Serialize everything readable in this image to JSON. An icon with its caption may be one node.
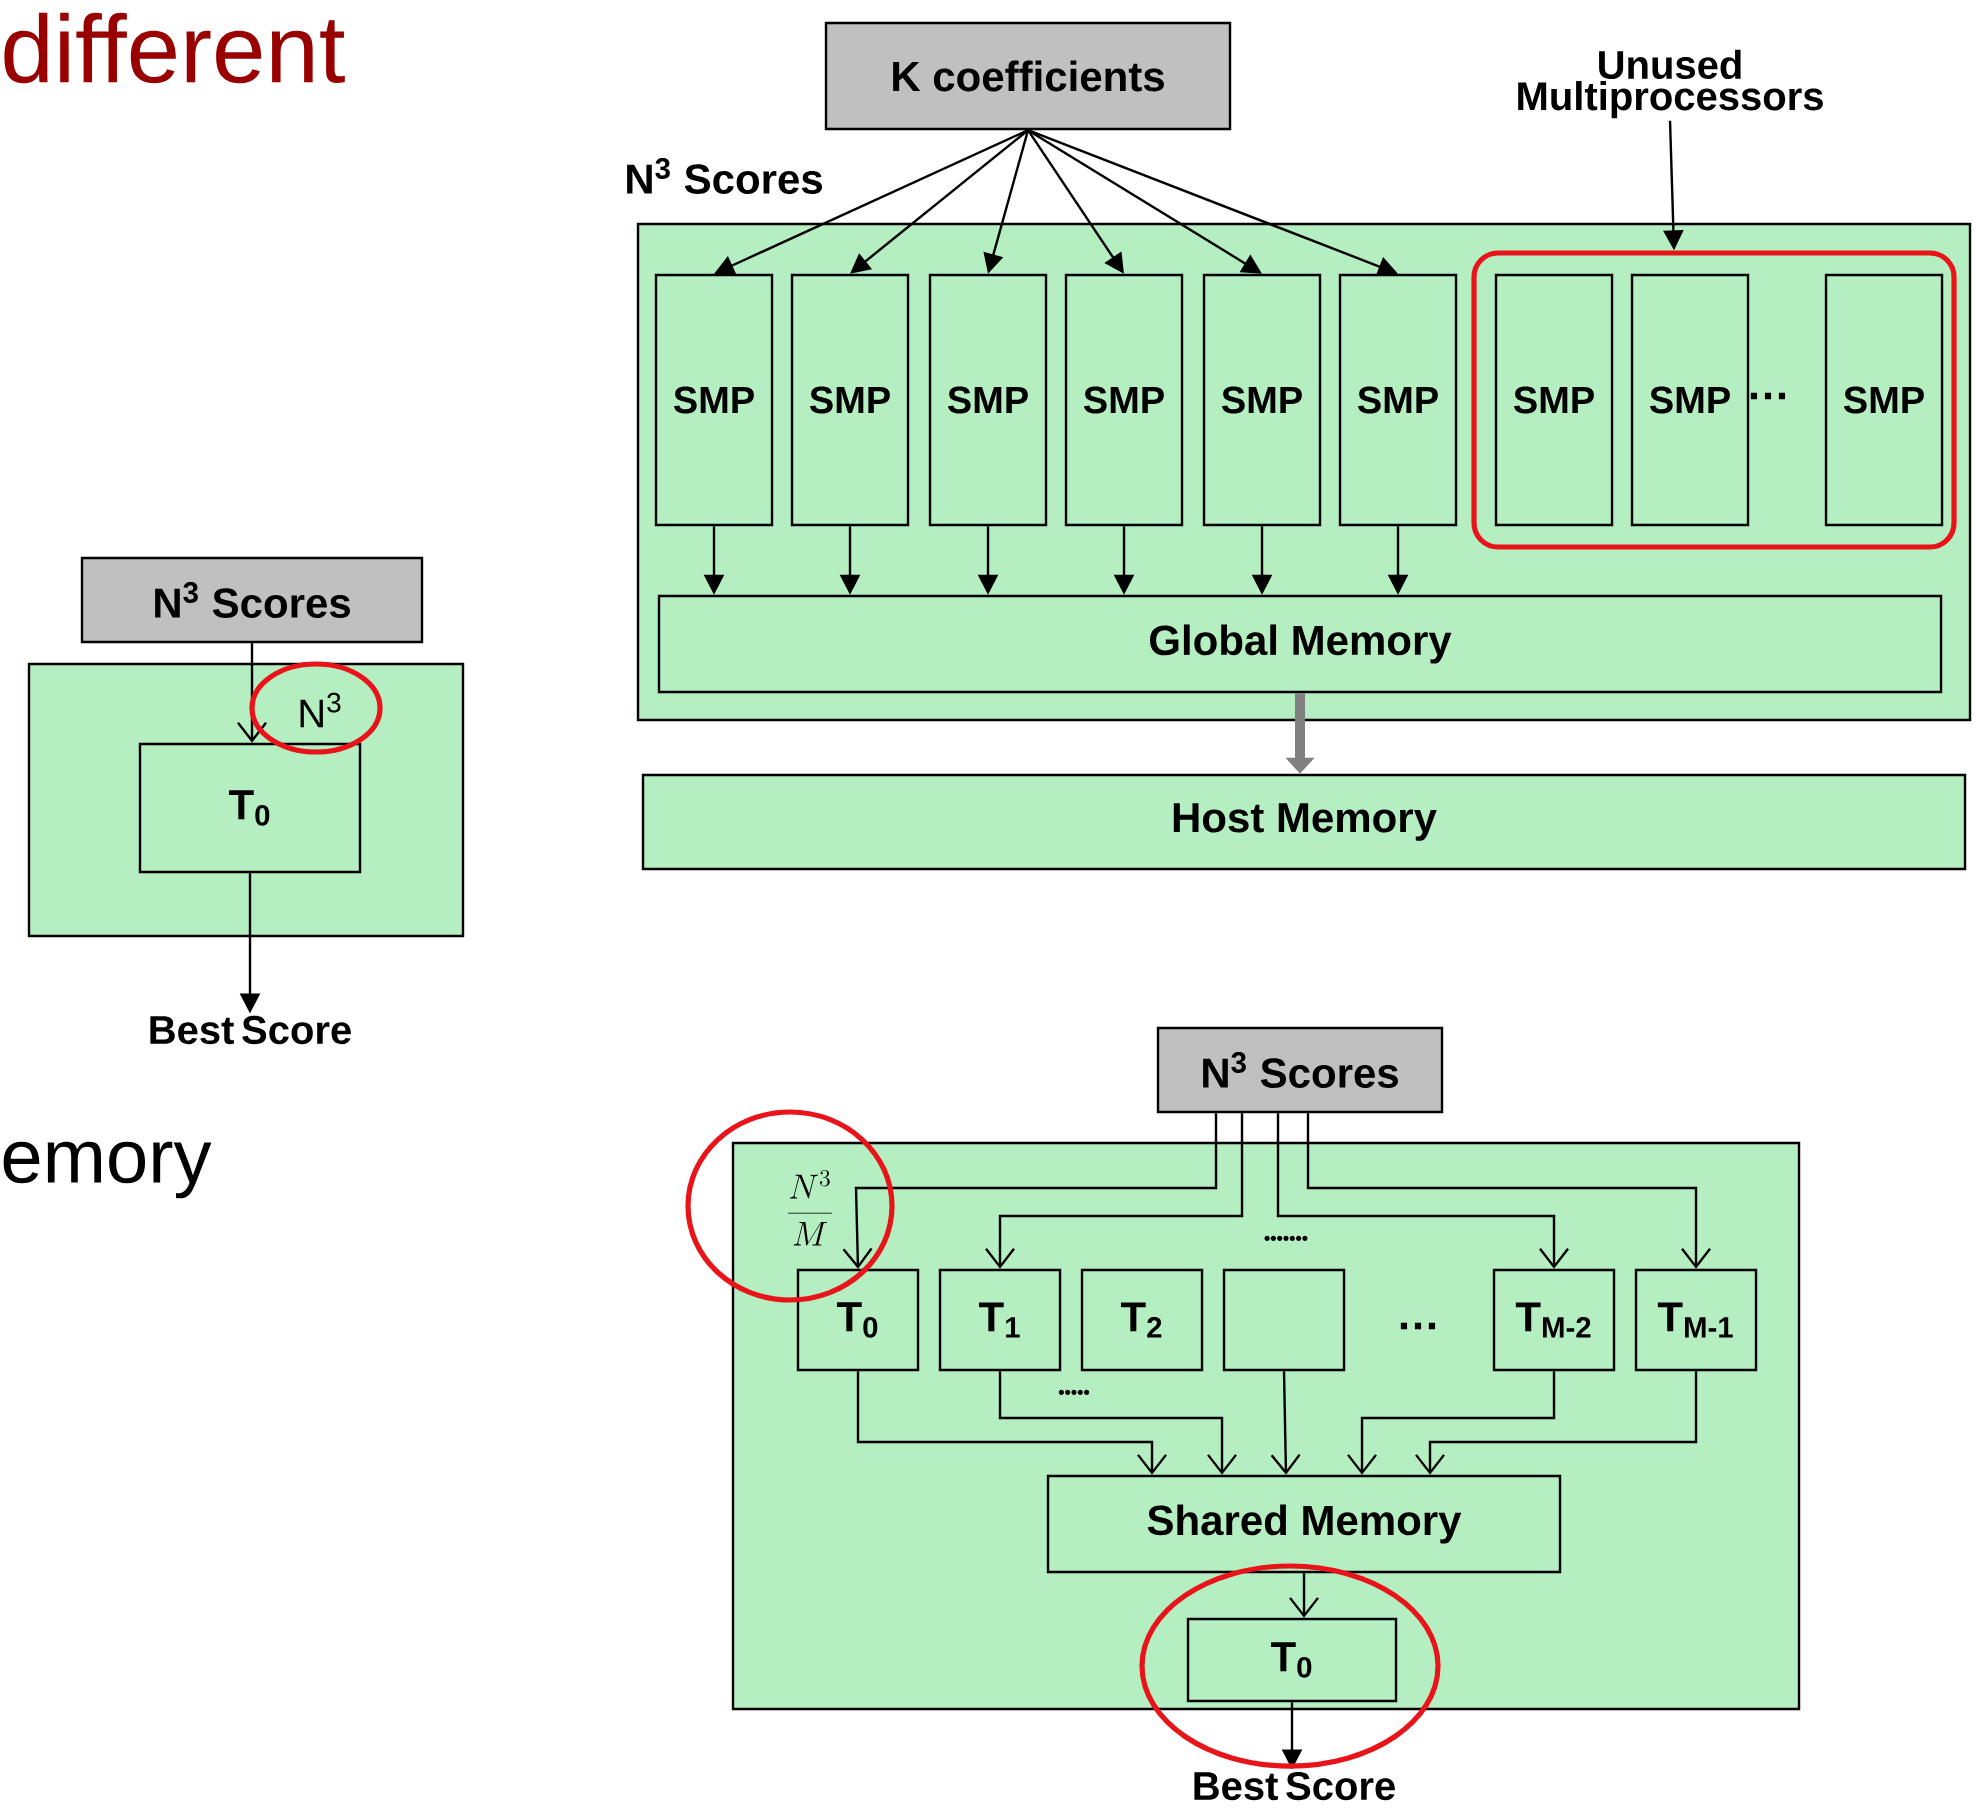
{
  "diagram": {
    "nodes": [
      {
        "text": [
          "K coefficients"
        ]
      },
      {
        "text": [
          "N$^{3}$ Scores"
        ]
      },
      {
        "text": [
          "SMP"
        ],
        "in": 1
      },
      {
        "text": [
          "SMP"
        ],
        "in": 1
      },
      {
        "text": [
          "SMP"
        ],
        "in": 1
      },
      {
        "text": [
          "SMP"
        ],
        "in": 1
      },
      {
        "text": [
          "SMP"
        ],
        "in": 1
      },
      {
        "text": [
          "SMP"
        ],
        "in": 1
      },
      {
        "text": [],
        "shape": "box",
        "in": 1
      },
      {
        "text": [
          "SMP"
        ],
        "in": 8
      },
      {
        "text": [
          "SMP"
        ],
        "in": 8
      },
      {
        "text": [
          "SMP"
        ],
        "in": 8
      },
      {
        "text": [
          "Unused Multiprocessors"
        ]
      },
      {
        "text": [
          "Global Memory"
        ],
        "in": 1
      },
      {
        "text": [
          "Host Memory"
        ]
      },
      {
        "text": [
          "N$^{3}$ Scores"
        ]
      },
      {
        "text": [],
        "shape": "box"
      },
      {
        "text": [
          "T$_{0}$"
        ],
        "in": 16
      },
      {
        "text": [
          "Best Score"
        ]
      },
      {
        "text": [
          "N$^{3}$ Scores"
        ]
      },
      {
        "text": [],
        "shape": "box"
      },
      {
        "text": [
          "T$_{0}$"
        ],
        "in": 20
      },
      {
        "text": [
          "T$_{1}$"
        ],
        "in": 20
      },
      {
        "text": [
          "T$_{2}$"
        ],
        "in": 20
      },
      {
        "text": [],
        "shape": "box",
        "in": 20
      },
      {
        "text": [
          "T$_{M-2}$"
        ],
        "in": 20
      },
      {
        "text": [
          "T$_{M-1}$"
        ],
        "in": 20
      },
      {
        "text": [
          "Shared Memory"
        ],
        "in": 20
      },
      {
        "text": [
          "T$_{0}$"
        ],
        "in": 20
      },
      {
        "text": [
          "Best Score"
        ]
      }
    ],
    "edges": [
      {
        "from": 0,
        "to": 2,
        "arrow": "to"
      },
      {
        "from": 0,
        "to": 3,
        "arrow": "to"
      },
      {
        "from": 0,
        "to": 4,
        "arrow": "to"
      },
      {
        "from": 0,
        "to": 5,
        "arrow": "to"
      },
      {
        "from": 0,
        "to": 6,
        "arrow": "to"
      },
      {
        "from": 0,
        "to": 7,
        "arrow": "to"
      },
      {
        "from": 2,
        "to": 13,
        "arrow": "to"
      },
      {
        "from": 3,
        "to": 13,
        "arrow": "to"
      },
      {
        "from": 4,
        "to": 13,
        "arrow": "to"
      },
      {
        "from": 5,
        "to": 13,
        "arrow": "to"
      },
      {
        "from": 6,
        "to": 13,
        "arrow": "to"
      },
      {
        "from": 7,
        "to": 13,
        "arrow": "to"
      },
      {
        "from": 13,
        "to": 14,
        "arrow": "to",
        "style": "thick",
        "color": "#808080"
      },
      {
        "from": 12,
        "to": 8,
        "arrow": "to"
      },
      {
        "from": 15,
        "to": 17,
        "arrow": "to",
        "label": "N$^{3}$"
      },
      {
        "from": 17,
        "to": 18,
        "arrow": "to"
      },
      {
        "from": 19,
        "to": 21,
        "arrow": "to",
        "label": "\\frac{N^{3}}{M}"
      },
      {
        "from": 19,
        "to": 22,
        "arrow": "to"
      },
      {
        "from": 19,
        "to": 25,
        "arrow": "to"
      },
      {
        "from": 19,
        "to": 26,
        "arrow": "to"
      },
      {
        "from": 21,
        "to": 27,
        "arrow": "to"
      },
      {
        "from": 22,
        "to": 27,
        "arrow": "to"
      },
      {
        "from": 24,
        "to": 27,
        "arrow": "to"
      },
      {
        "from": 25,
        "to": 27,
        "arrow": "to"
      },
      {
        "from": 26,
        "to": 27,
        "arrow": "to"
      },
      {
        "from": 27,
        "to": 28,
        "arrow": "to"
      },
      {
        "from": 28,
        "to": 29,
        "arrow": "to"
      }
    ],
    "labels": [
      "different",
      "…",
      "•••••••",
      "…",
      "•••••",
      "emory"
    ]
  }
}
